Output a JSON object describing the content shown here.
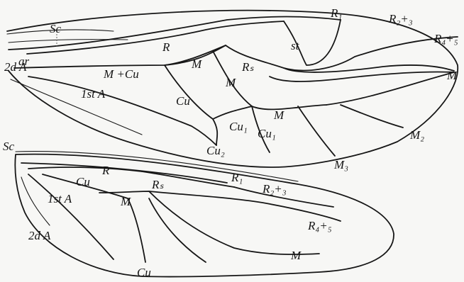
{
  "figure": {
    "forewing": {
      "labels": {
        "sc": "Sc",
        "r1": "R₁",
        "r23": "R₂+₃",
        "r45": "R₄+₅",
        "st": "st",
        "r": "R",
        "ar": "ar",
        "mcu": "M +Cu",
        "m_upper": "M",
        "rs": "Rₛ",
        "m_mid": "M",
        "m_right": "M",
        "a2": "2d A",
        "a1": "1st A",
        "cu": "Cu",
        "cu1a": "Cu₁",
        "cu1b": "Cu₁",
        "m_lower": "M",
        "m2": "M₂",
        "m3": "M₃",
        "cu2": "Cu₂"
      }
    },
    "hindwing": {
      "labels": {
        "sc": "Sc",
        "r": "R",
        "r1": "R₁",
        "rs": "Rₛ",
        "r23": "R₂+₃",
        "cu": "Cu",
        "m": "M",
        "a1": "1st A",
        "r45": "R₄+₅",
        "a2": "2d A",
        "m_right": "M",
        "cu_bottom": "Cu"
      }
    }
  }
}
